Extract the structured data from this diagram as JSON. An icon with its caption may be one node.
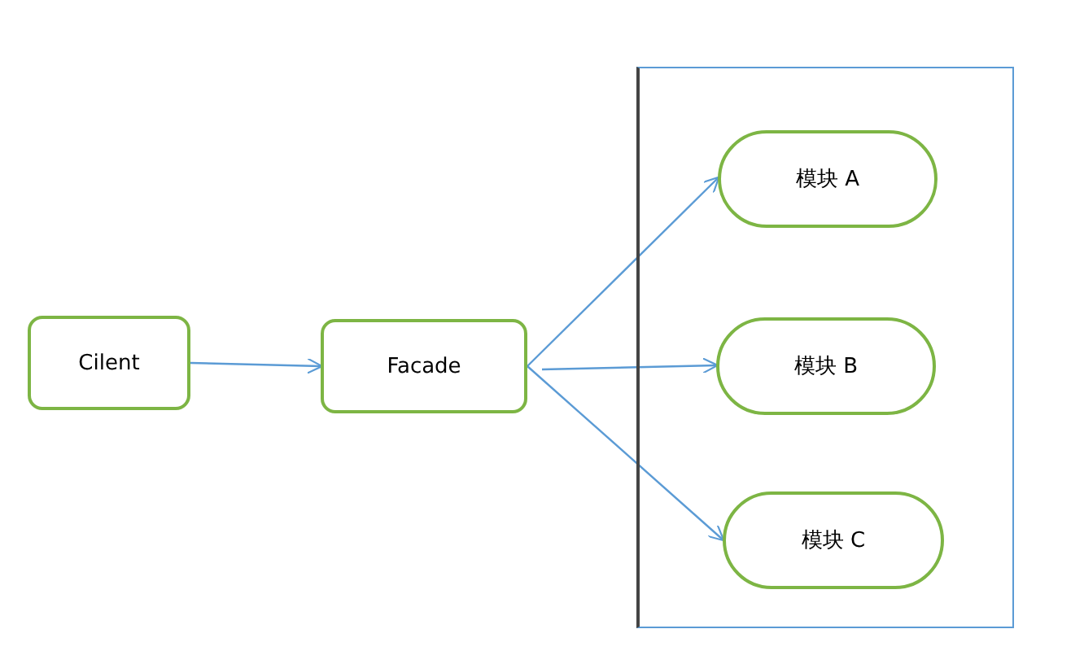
{
  "diagram": {
    "nodes": [
      {
        "text": [
          "Cilent"
        ]
      },
      {
        "text": [
          "Facade"
        ]
      },
      {
        "text": [],
        "shape": "box"
      },
      {
        "text": [
          "模块 A"
        ],
        "in": 2
      },
      {
        "text": [
          "模块 B"
        ],
        "in": 2
      },
      {
        "text": [
          "模块 C"
        ],
        "in": 2
      }
    ],
    "edges": [
      {
        "from": 0,
        "to": 1,
        "arrow": "to"
      },
      {
        "from": 1,
        "to": 3,
        "arrow": "to"
      },
      {
        "from": 1,
        "to": 4,
        "arrow": "to"
      },
      {
        "from": 1,
        "to": 5,
        "arrow": "to"
      }
    ]
  }
}
